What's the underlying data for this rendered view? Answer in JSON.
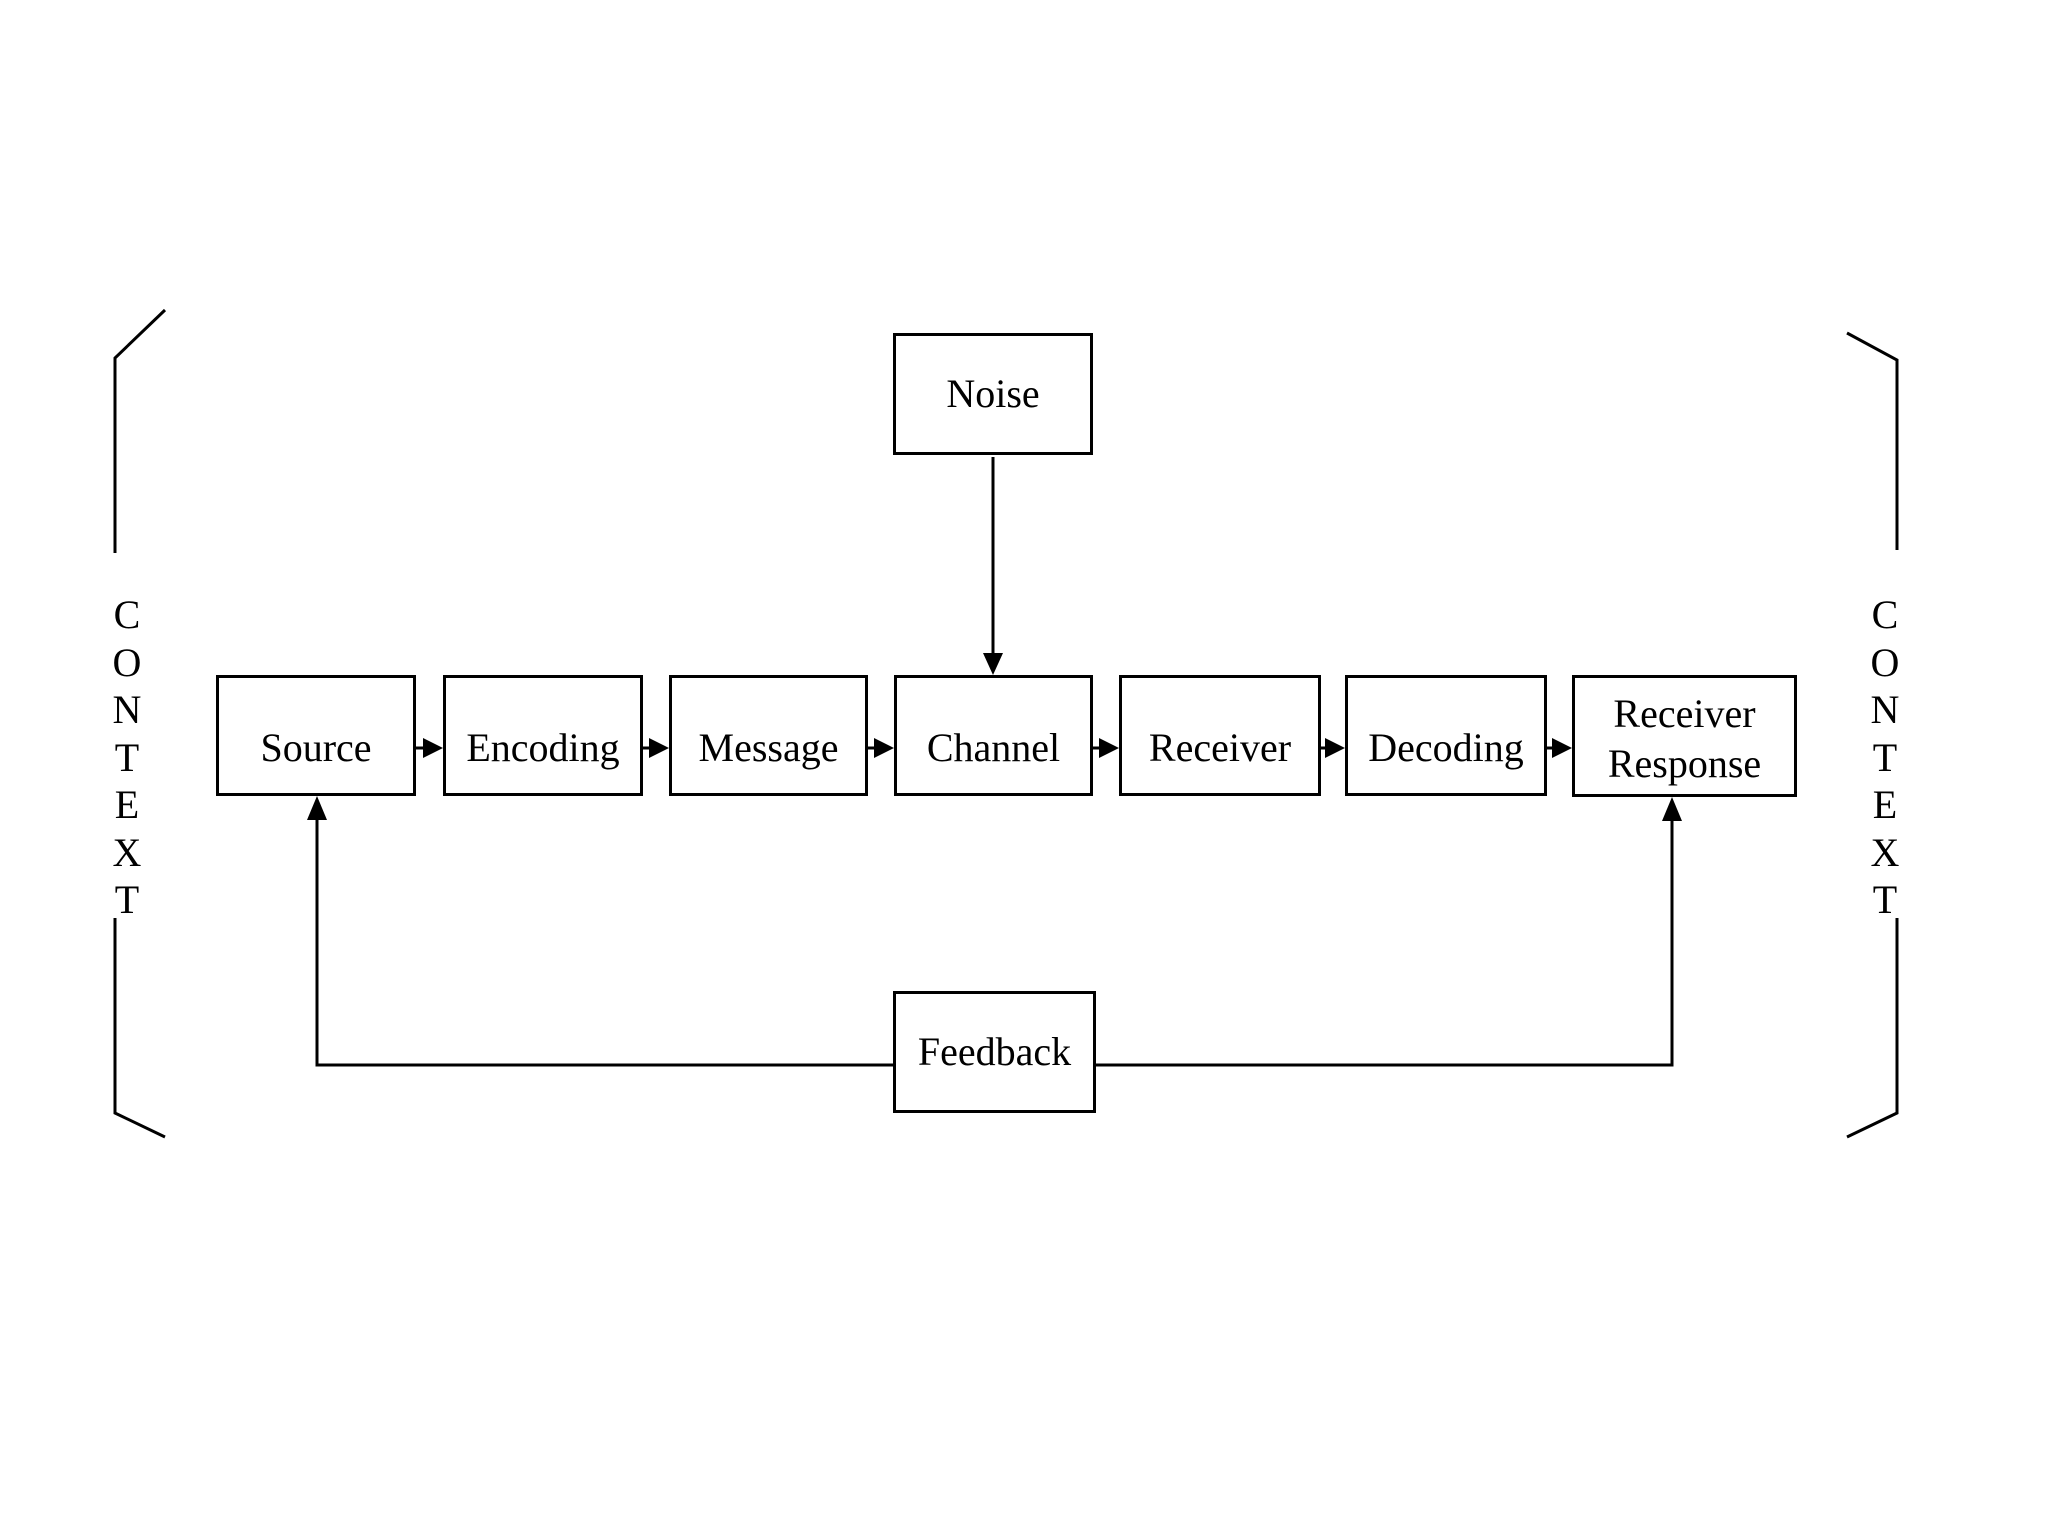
{
  "canvas": {
    "background_color": "#ffffff",
    "ink_color": "#000000"
  },
  "context_left": {
    "label": "CONTEXT",
    "letters": [
      "C",
      "O",
      "N",
      "T",
      "E",
      "X",
      "T"
    ]
  },
  "context_right": {
    "label": "CONTEXT",
    "letters": [
      "C",
      "O",
      "N",
      "T",
      "E",
      "X",
      "T"
    ]
  },
  "nodes": {
    "noise": {
      "label": "Noise"
    },
    "source": {
      "label": "Source"
    },
    "encoding": {
      "label": "Encoding"
    },
    "message": {
      "label": "Message"
    },
    "channel": {
      "label": "Channel"
    },
    "receiver": {
      "label": "Receiver"
    },
    "decoding": {
      "label": "Decoding"
    },
    "receiver_response": {
      "label": "Receiver Response"
    },
    "feedback": {
      "label": "Feedback"
    }
  },
  "edges": [
    {
      "from": "source",
      "to": "encoding",
      "type": "arrow"
    },
    {
      "from": "encoding",
      "to": "message",
      "type": "arrow"
    },
    {
      "from": "message",
      "to": "channel",
      "type": "arrow"
    },
    {
      "from": "channel",
      "to": "receiver",
      "type": "arrow"
    },
    {
      "from": "receiver",
      "to": "decoding",
      "type": "arrow"
    },
    {
      "from": "decoding",
      "to": "receiver_response",
      "type": "arrow"
    },
    {
      "from": "noise",
      "to": "channel",
      "type": "arrow"
    },
    {
      "from": "feedback",
      "to": "source",
      "type": "arrow"
    },
    {
      "from": "feedback",
      "to": "receiver_response",
      "type": "arrow"
    }
  ]
}
